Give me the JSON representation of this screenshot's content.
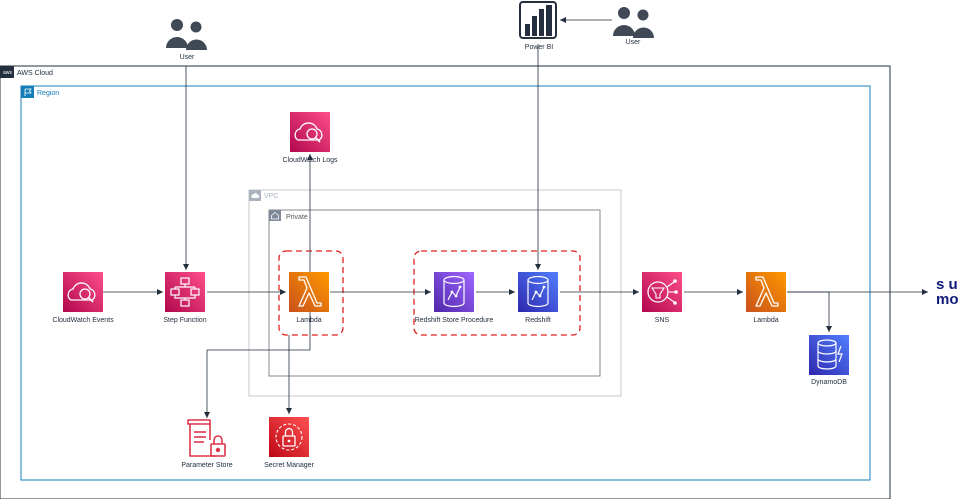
{
  "groups": {
    "cloud": "AWS Cloud",
    "region": "Region",
    "vpc": "VPC",
    "private": "Private"
  },
  "nodes": {
    "user_top": "User",
    "user_right": "User",
    "power_bi": "Power BI",
    "cloudwatch_logs": "CloudWatch Logs",
    "cloudwatch_events": "CloudWatch Events",
    "step_function": "Step Function",
    "lambda_private": "Lambda",
    "redshift_sp": "Redshift Store Procedure",
    "redshift": "Redshift",
    "sns": "SNS",
    "lambda_out": "Lambda",
    "dynamodb": "DynamoDB",
    "parameter_store": "Parameter Store",
    "secret_manager": "Secret Manager"
  },
  "external": {
    "sumo_line1": "s u",
    "sumo_line2": "mo"
  },
  "colors": {
    "management": "#e7157b",
    "compute": "#ed7100",
    "database": "#4d27aa",
    "redshift": "#2e27ad",
    "integration": "#e7157b",
    "security": "#dd344c",
    "region_border": "#147eba",
    "highlight": "#e02020"
  },
  "icons": {
    "user": "users-icon",
    "power_bi": "power-bi-icon",
    "cloudwatch": "cloudwatch-icon",
    "step_function": "step-functions-icon",
    "lambda": "lambda-icon",
    "redshift": "redshift-icon",
    "sns": "sns-icon",
    "dynamodb": "dynamodb-icon",
    "parameter_store": "parameter-store-icon",
    "secret_manager": "secrets-manager-icon"
  }
}
